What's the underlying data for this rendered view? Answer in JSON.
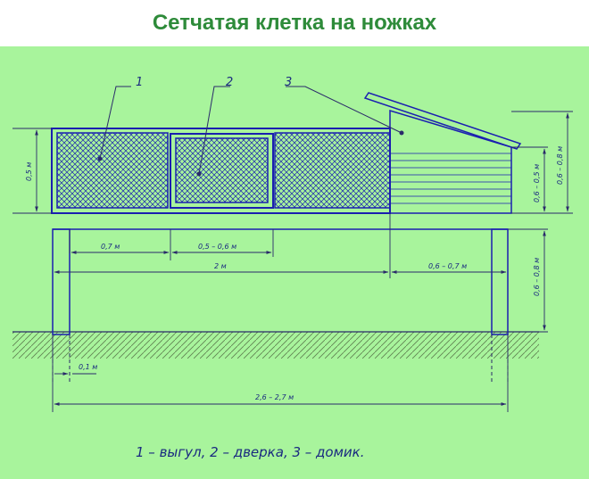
{
  "title": "Сетчатая клетка на ножках",
  "colors": {
    "background": "#a8f49c",
    "title": "#2e8b3a",
    "structure": "#1a1fb0",
    "dimension_lines": "#2a2a6a",
    "ground_hatch": "#5f7f4f"
  },
  "callouts": {
    "c1": "1",
    "c2": "2",
    "c3": "3"
  },
  "dimensions": {
    "cage_height": "0,5 м",
    "house_height": "0,6 – 0,5 м",
    "house_total_height": "0,6 – 0,8 м",
    "leg_height": "0,6 – 0,8 м",
    "section_width": "0,7 м",
    "door_width": "0,5 – 0,6 м",
    "run_length": "2 м",
    "house_length": "0,6 – 0,7 м",
    "leg_depth": "0,1 м",
    "total_length": "2,6 – 2,7 м"
  },
  "legend": "1 – выгул, 2 – дверка, 3 – домик."
}
